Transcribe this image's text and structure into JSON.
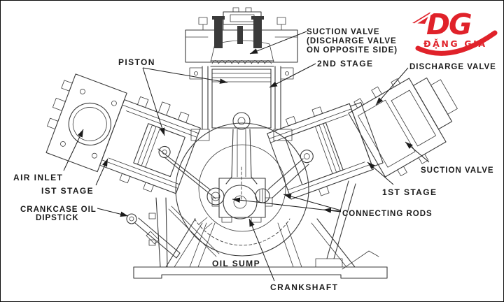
{
  "diagram": {
    "type": "technical-cutaway",
    "subject": "Two-stage V-type reciprocating air compressor cross-section",
    "labels": {
      "suction_valve_top_1": "SUCTION VALVE",
      "suction_valve_top_2": "(DISCHARGE VALVE",
      "suction_valve_top_3": "ON OPPOSITE SIDE)",
      "second_stage": "2ND STAGE",
      "discharge_valve": "DISCHARGE VALVE",
      "piston": "PISTON",
      "air_inlet": "AIR INLET",
      "first_stage_left": "IST STAGE",
      "crankcase_oil_1": "CRANKCASE OIL",
      "crankcase_oil_2": "DIPSTICK",
      "oil_sump": "OIL SUMP",
      "crankshaft": "CRANKSHAFT",
      "connecting_rods": "CONNECTING RODS",
      "first_stage_right": "1ST STAGE",
      "suction_valve_right": "SUCTION VALVE"
    }
  },
  "logo": {
    "monogram": "DG",
    "name": "ĐẶNG GIA"
  },
  "colors": {
    "ink": "#3a3a3a",
    "label": "#1b1b1b",
    "logo_red": "#e0222a",
    "background": "#ffffff"
  }
}
